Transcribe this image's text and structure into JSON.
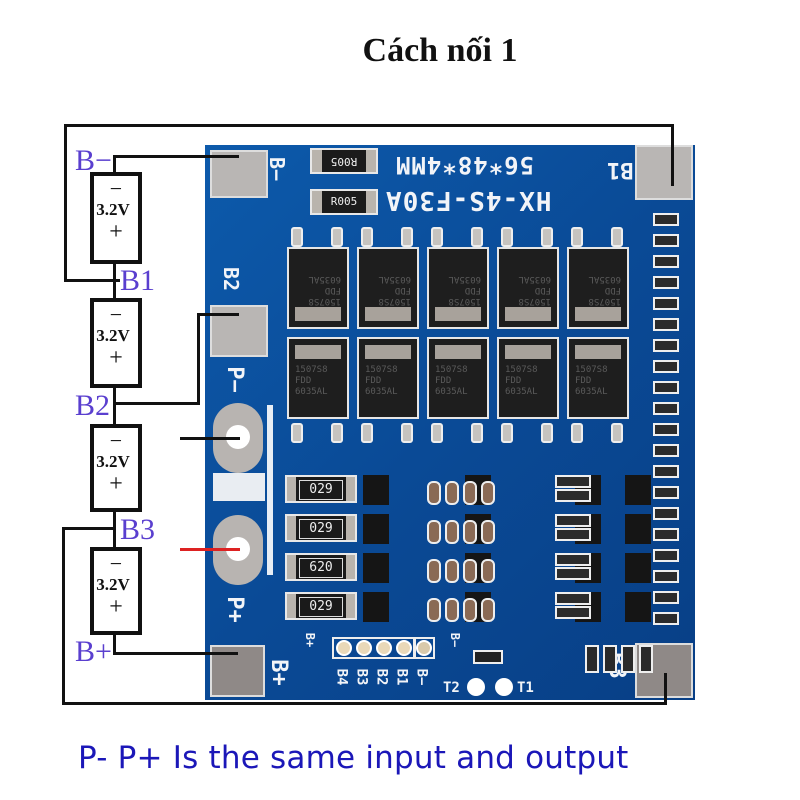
{
  "title": "Cách nối 1",
  "caption": "P- P+ Is the same input and output",
  "colors": {
    "pcb": "#0b4f9e",
    "label_purple": "#5a3fcf",
    "caption_blue": "#1b17b8",
    "wire": "#111111",
    "wire_red": "#dd2222"
  },
  "cells": [
    {
      "minus": "−",
      "voltage": "3.2V",
      "plus": "+"
    },
    {
      "minus": "−",
      "voltage": "3.2V",
      "plus": "+"
    },
    {
      "minus": "−",
      "voltage": "3.2V",
      "plus": "+"
    },
    {
      "minus": "−",
      "voltage": "3.2V",
      "plus": "+"
    }
  ],
  "node_labels": {
    "b_minus": "B−",
    "b1": "B1",
    "b2": "B2",
    "b3": "B3",
    "b_plus": "B+"
  },
  "pcb": {
    "model_line1": "56*48*4MM",
    "model_line2": "HX-4S-F30A",
    "pad_labels": {
      "b_minus": "B−",
      "b1": "B1",
      "b2": "B2",
      "p_minus": "P−",
      "p_plus": "P+",
      "b_plus": "B+",
      "b3": "B3"
    },
    "shunts": [
      "R005",
      "R005"
    ],
    "mosfet_marking": [
      "1507S8",
      "FDD",
      "6035AL"
    ],
    "resistors": [
      "029",
      "029",
      "620",
      "029"
    ],
    "header_top_labels": {
      "left": "B+",
      "right": "B−"
    },
    "header_pins": [
      "B4",
      "B3",
      "B2",
      "B1",
      "B−"
    ],
    "test_points": [
      "T2",
      "T1"
    ]
  }
}
